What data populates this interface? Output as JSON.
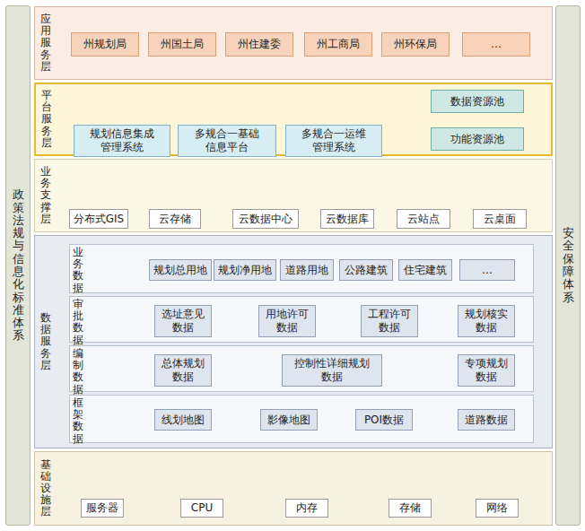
{
  "diagram": {
    "nodes": [
      {
        "text": [
          "政策法规与信息化标准体系"
        ]
      },
      {
        "text": [
          "应用服务层"
        ]
      },
      {
        "text": [
          "州规划局"
        ],
        "in": 1
      },
      {
        "text": [
          "州国土局"
        ],
        "in": 1
      },
      {
        "text": [
          "州住建委"
        ],
        "in": 1
      },
      {
        "text": [
          "州工商局"
        ],
        "in": 1
      },
      {
        "text": [
          "州环保局"
        ],
        "in": 1
      },
      {
        "text": [
          "…"
        ],
        "in": 1
      },
      {
        "text": [
          "平台服务层"
        ]
      },
      {
        "text": [
          "规划信息集成 管理系统"
        ],
        "in": 8
      },
      {
        "text": [
          "多规合一基础 信息平台"
        ],
        "in": 8
      },
      {
        "text": [
          "多规合一运维 管理系统"
        ],
        "in": 8
      },
      {
        "text": [
          "数据资源池"
        ],
        "in": 8
      },
      {
        "text": [
          "功能资源池"
        ],
        "in": 8
      },
      {
        "text": [
          "业务支撑层"
        ]
      },
      {
        "text": [
          "分布式GIS"
        ],
        "in": 14
      },
      {
        "text": [
          "云存储"
        ],
        "in": 14
      },
      {
        "text": [
          "云数据中心"
        ],
        "in": 14
      },
      {
        "text": [
          "云数据库"
        ],
        "in": 14
      },
      {
        "text": [
          "云站点"
        ],
        "in": 14
      },
      {
        "text": [
          "云桌面"
        ],
        "in": 14
      },
      {
        "text": [
          "数据服务层"
        ]
      },
      {
        "text": [
          "业务数据"
        ],
        "in": 21
      },
      {
        "text": [
          "规划总用地"
        ],
        "in": 22
      },
      {
        "text": [
          "规划净用地"
        ],
        "in": 22
      },
      {
        "text": [
          "道路用地"
        ],
        "in": 22
      },
      {
        "text": [
          "公路建筑"
        ],
        "in": 22
      },
      {
        "text": [
          "住宅建筑"
        ],
        "in": 22
      },
      {
        "text": [
          "…"
        ],
        "in": 22
      },
      {
        "text": [
          "审批数据"
        ],
        "in": 21
      },
      {
        "text": [
          "选址意见 数据"
        ],
        "in": 29
      },
      {
        "text": [
          "用地许可 数据"
        ],
        "in": 29
      },
      {
        "text": [
          "工程许可 数据"
        ],
        "in": 29
      },
      {
        "text": [
          "规划核实 数据"
        ],
        "in": 29
      },
      {
        "text": [
          "编制数据"
        ],
        "in": 21
      },
      {
        "text": [
          "总体规划 数据"
        ],
        "in": 34
      },
      {
        "text": [
          "控制性详细规划 数据"
        ],
        "in": 34
      },
      {
        "text": [
          "专项规划 数据"
        ],
        "in": 34
      },
      {
        "text": [
          "框架数据"
        ],
        "in": 21
      },
      {
        "text": [
          "线划地图"
        ],
        "in": 38
      },
      {
        "text": [
          "影像地图"
        ],
        "in": 38
      },
      {
        "text": [
          "POI数据"
        ],
        "in": 38
      },
      {
        "text": [
          "道路数据"
        ],
        "in": 38
      },
      {
        "text": [
          "基础设施层"
        ]
      },
      {
        "text": [
          "服务器"
        ],
        "in": 43
      },
      {
        "text": [
          "CPU"
        ],
        "in": 43
      },
      {
        "text": [
          "内存"
        ],
        "in": 43
      },
      {
        "text": [
          "存储"
        ],
        "in": 43
      },
      {
        "text": [
          "网络"
        ],
        "in": 43
      },
      {
        "text": [
          "安全保障体系"
        ]
      }
    ]
  }
}
